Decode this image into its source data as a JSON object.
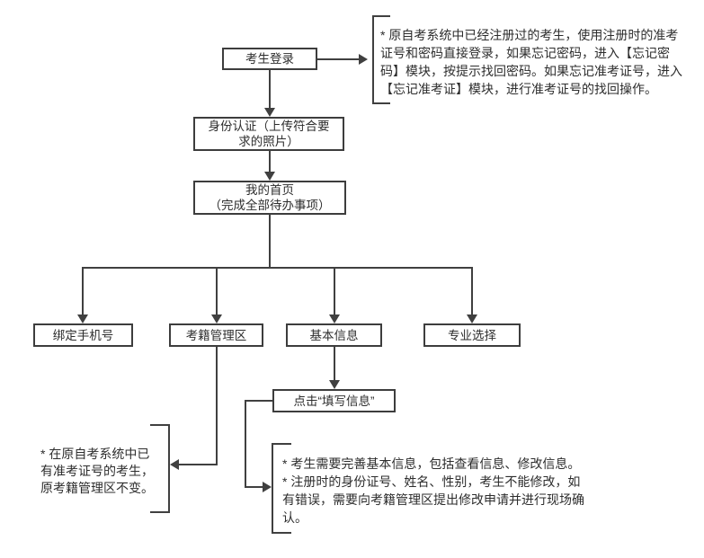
{
  "colors": {
    "line": "#404040",
    "border": "#3d3d3d",
    "text": "#2d2d2d",
    "background": "#ffffff"
  },
  "nodes": {
    "login": {
      "label": "考生登录"
    },
    "identity": {
      "label": "身份认证（上传符合要\n求的照片）"
    },
    "home": {
      "label": "我的首页\n（完成全部待办事项）"
    },
    "bind_phone": {
      "label": "绑定手机号"
    },
    "record_zone": {
      "label": "考籍管理区"
    },
    "basic_info": {
      "label": "基本信息"
    },
    "major_select": {
      "label": "专业选择"
    },
    "fill_info": {
      "label": "点击“填写信息”"
    }
  },
  "notes": {
    "login_note": {
      "text": "* 原自考系统中已经注册过的考生，使用注册时的准考\n证号和密码直接登录，如果忘记密码，进入【忘记密\n码】模块，按提示找回密码。如果忘记准考证号，进入\n【忘记准考证】模块，进行准考证号的找回操作。"
    },
    "record_note": {
      "text": "* 在原自考系统中已\n有准考证号的考生，\n原考籍管理区不变。"
    },
    "basic_note": {
      "text": "* 考生需要完善基本信息，包括查看信息、修改信息。\n* 注册时的身份证号、姓名、性别，考生不能修改，如\n有错误，需要向考籍管理区提出修改申请并进行现场确\n认。"
    }
  }
}
